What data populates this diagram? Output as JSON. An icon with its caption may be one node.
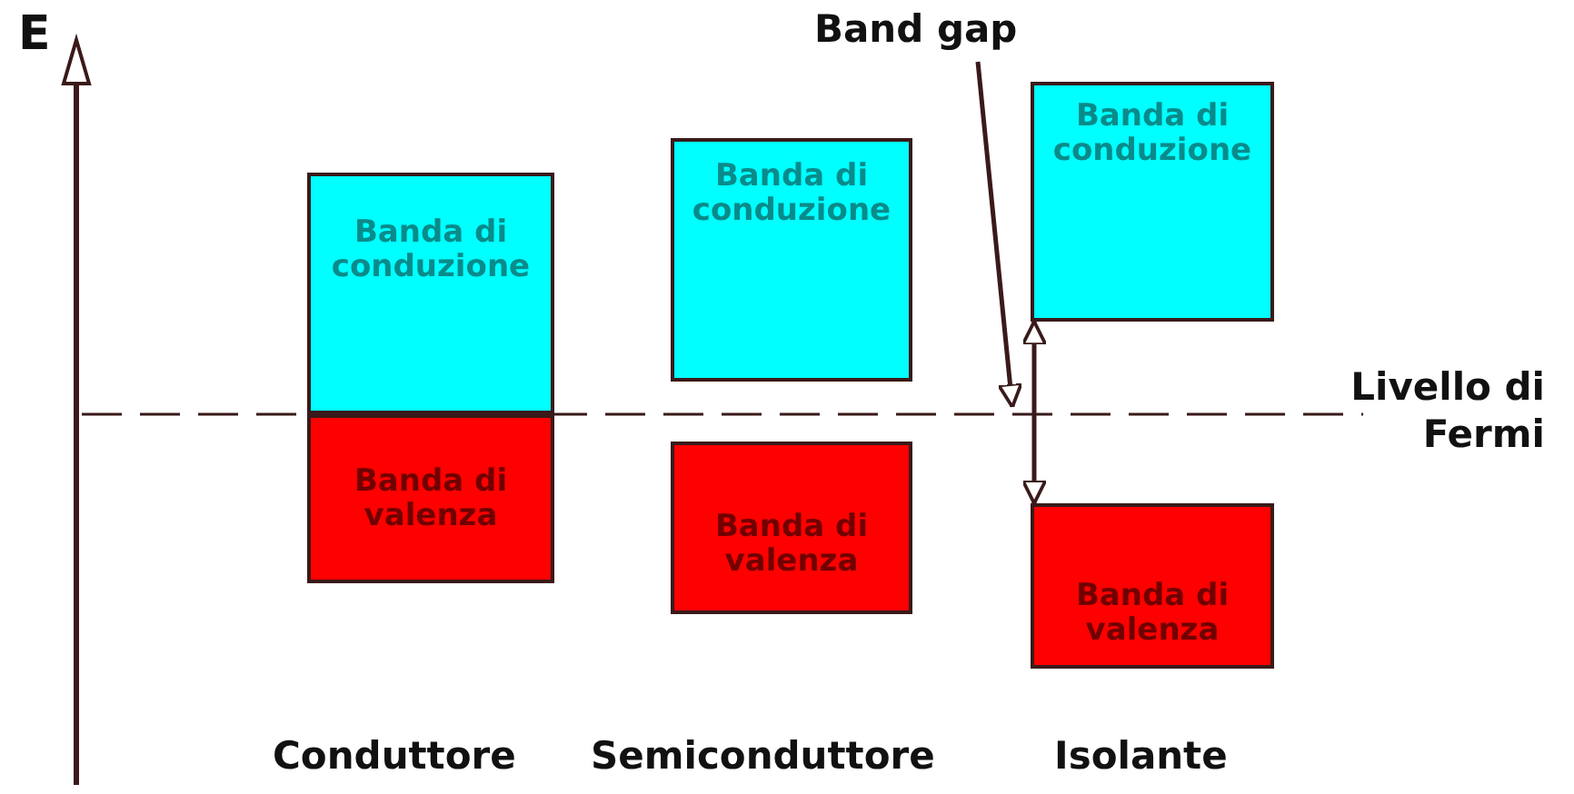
{
  "diagram": {
    "nodes": [
      {
        "text": [
          "Banda di conduzione"
        ]
      },
      {
        "text": [
          "Banda di valenza"
        ]
      },
      {
        "text": [
          "Banda di conduzione"
        ]
      },
      {
        "text": [
          "Banda di valenza"
        ]
      },
      {
        "text": [
          "Banda di conduzione"
        ]
      },
      {
        "text": [
          "Banda di valenza"
        ]
      },
      {
        "text": [
          "Band gap"
        ]
      }
    ],
    "edges": [
      {
        "from": 6,
        "to": null,
        "arrow": "to"
      },
      {
        "from": 4,
        "to": 5,
        "arrow": "both"
      }
    ],
    "labels": [
      "E",
      "Livello di Fermi",
      "Conduttore",
      "Semiconduttore",
      "Isolante"
    ]
  }
}
